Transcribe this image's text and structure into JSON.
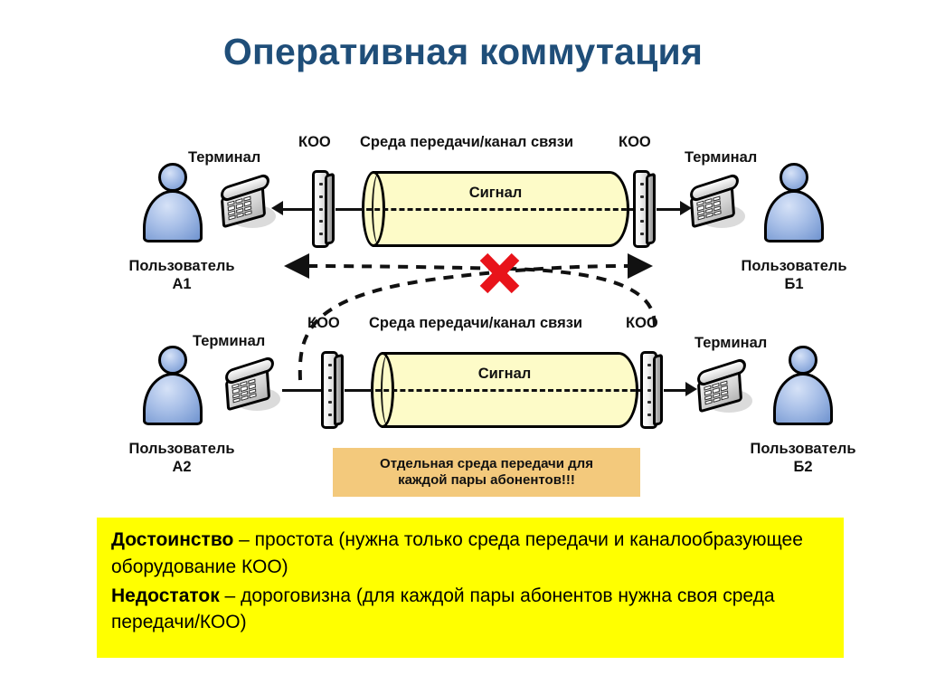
{
  "slide": {
    "title": "Оперативная коммутация",
    "title_color": "#1F4E79",
    "background": "#FFFFFF"
  },
  "diagram": {
    "rows": [
      {
        "id": "row-1",
        "left": {
          "terminal_label": "Терминал",
          "koo_label": "КОО",
          "user_label_line1": "Пользователь",
          "user_label_line2": "А1"
        },
        "medium": {
          "channel_label": "Среда передачи/канал связи",
          "signal_label": "Сигнал",
          "fill_color": "#FDFBC8"
        },
        "right": {
          "koo_label": "КОО",
          "terminal_label": "Терминал",
          "user_label_line1": "Пользователь",
          "user_label_line2": "Б1"
        }
      },
      {
        "id": "row-2",
        "left": {
          "terminal_label": "Терминал",
          "koo_label": "КОО",
          "user_label_line1": "Пользователь",
          "user_label_line2": "А2"
        },
        "medium": {
          "channel_label": "Среда передачи/канал связи",
          "signal_label": "Сигнал",
          "fill_color": "#FDFBC8"
        },
        "right": {
          "koo_label": "КОО",
          "terminal_label": "Терминал",
          "user_label_line1": "Пользователь",
          "user_label_line2": "Б2"
        }
      }
    ],
    "cross_marker": {
      "symbol": "X",
      "color": "#E8131A",
      "meaning": "cross-connection-not-possible"
    }
  },
  "note": {
    "line1": "Отдельная среда передачи для",
    "line2": "каждой пары  абонентов!!!",
    "background": "#F3C97C"
  },
  "conclusion": {
    "background": "#FFFF00",
    "advantage_label": "Достоинство",
    "advantage_text": " – простота (нужна только среда передачи и каналообразующее оборудование КОО)",
    "drawback_label": "Недостаток",
    "drawback_text": " – дороговизна (для каждой пары абонентов нужна своя среда передачи/КОО)"
  }
}
